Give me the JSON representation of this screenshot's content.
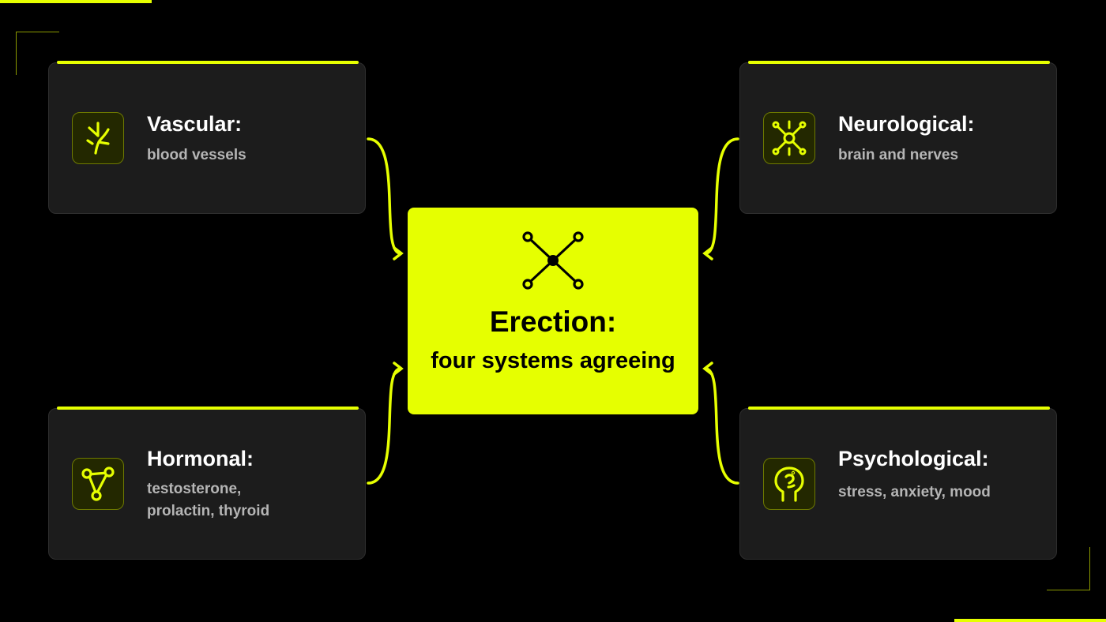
{
  "colors": {
    "background": "#000000",
    "accent": "#e6ff00",
    "card_background": "#1c1c1c",
    "title_text": "#ffffff",
    "subtitle_text": "#b5b5b5"
  },
  "center": {
    "title": "Erection:",
    "subtitle": "four systems agreeing",
    "icon": "network-hub-icon"
  },
  "systems": [
    {
      "title": "Vascular:",
      "description": "blood vessels",
      "icon": "blood-vessel-icon",
      "position": "top-left"
    },
    {
      "title": "Neurological:",
      "description": "brain and nerves",
      "icon": "neuron-icon",
      "position": "top-right"
    },
    {
      "title": "Hormonal:",
      "description": "testosterone, prolactin, thyroid",
      "icon": "hormone-molecule-icon",
      "position": "bottom-left"
    },
    {
      "title": "Psychological:",
      "description": "stress, anxiety, mood",
      "icon": "head-mind-icon",
      "position": "bottom-right"
    }
  ]
}
